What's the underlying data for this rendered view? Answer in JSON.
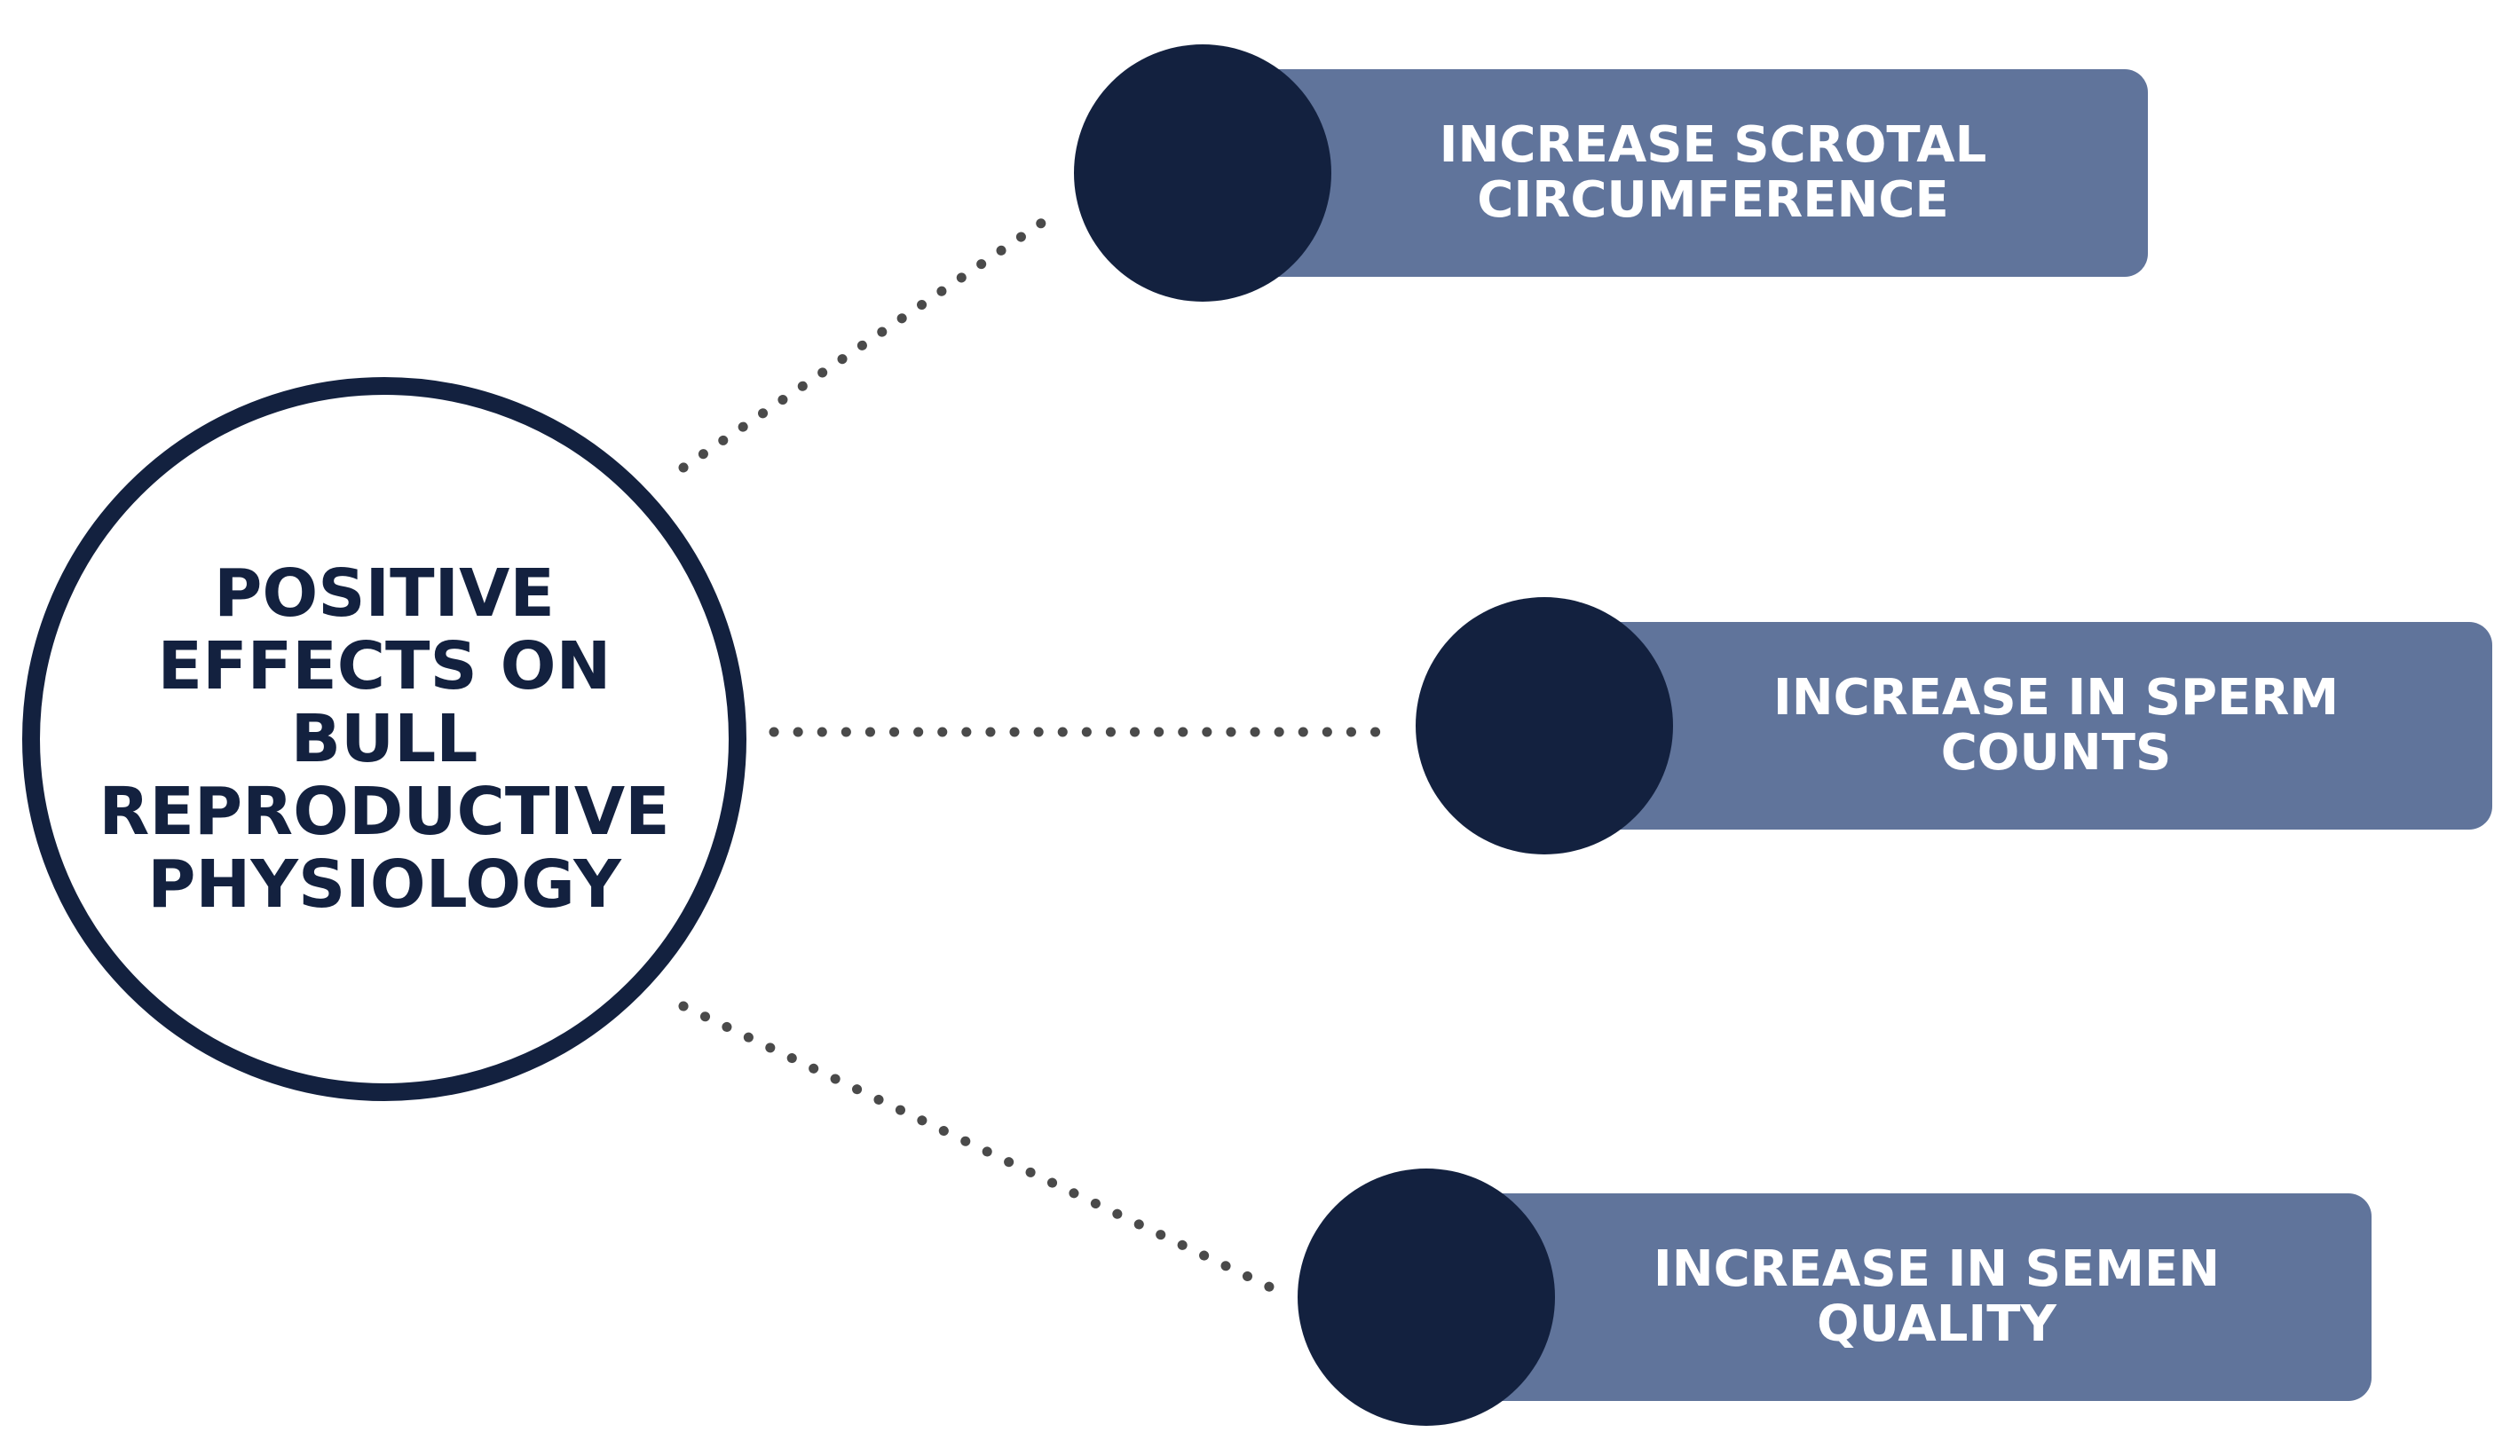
{
  "center": {
    "lines": [
      "POSITIVE",
      "EFFECTS ON",
      "BULL",
      "REPRODUCTIVE",
      "PHYSIOLOGY"
    ]
  },
  "effects": [
    {
      "lines": [
        "INCREASE SCROTAL",
        "CIRCUMFERENCE"
      ]
    },
    {
      "lines": [
        "INCREASE IN SPERM",
        "COUNTS"
      ]
    },
    {
      "lines": [
        "INCREASE IN SEMEN",
        "QUALITY"
      ]
    }
  ],
  "colors": {
    "navy": "#13213f",
    "slate_blue": "#60749b",
    "connector": "#4a4a4a",
    "background": "#ffffff"
  }
}
